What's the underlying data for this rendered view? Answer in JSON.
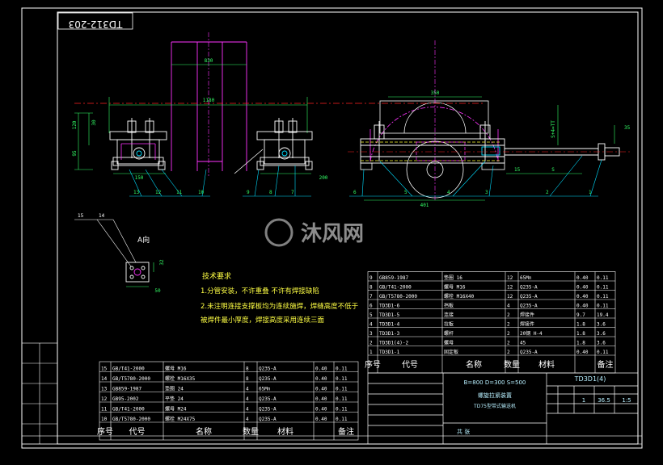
{
  "drawing": {
    "stamp_code": "TD312-203",
    "view_label": "A向",
    "watermark_text": "沐风网"
  },
  "tech_requirements": {
    "title": "技术要求",
    "line1": "1.分管安装，不许重叠 不许有焊接缺陷",
    "line2": "2.未注明连接支撑板均为连续施焊，焊缝高度不低于",
    "line3": "被焊件最小厚度，焊接高度采用连续三面"
  },
  "left_bom": {
    "headers": [
      "序号",
      "代号",
      "名称",
      "数量",
      "材料",
      "备注"
    ],
    "rows": [
      {
        "no": "15",
        "code": "GB/T41-2000",
        "name": "螺母 M16",
        "qty": "8",
        "mat": "Q235-A",
        "wt": "0.40",
        "tot": "0.11"
      },
      {
        "no": "14",
        "code": "GB/T5780-2000",
        "name": "螺栓 M16X35",
        "qty": "8",
        "mat": "Q235-A",
        "wt": "0.40",
        "tot": "0.11"
      },
      {
        "no": "13",
        "code": "GB859-1987",
        "name": "垫圈 24",
        "qty": "4",
        "mat": "65Mn",
        "wt": "0.40",
        "tot": "0.11"
      },
      {
        "no": "12",
        "code": "GB95-2002",
        "name": "平垫 24",
        "qty": "4",
        "mat": "Q235-A",
        "wt": "0.40",
        "tot": "0.11"
      },
      {
        "no": "11",
        "code": "GB/T41-2000",
        "name": "螺母 M24",
        "qty": "4",
        "mat": "Q235-A",
        "wt": "0.40",
        "tot": "0.11"
      },
      {
        "no": "10",
        "code": "GB/T5780-2000",
        "name": "螺栓 M24X75",
        "qty": "4",
        "mat": "Q235-A",
        "wt": "0.40",
        "tot": "0.11"
      }
    ]
  },
  "right_bom": {
    "headers": [
      "序号",
      "代号",
      "名称",
      "数量",
      "材料",
      "备注"
    ],
    "rows": [
      {
        "no": "9",
        "code": "GB859-1987",
        "name": "垫圈 16",
        "qty": "12",
        "mat": "65Mn",
        "wt": "0.40",
        "tot": "0.11"
      },
      {
        "no": "8",
        "code": "GB/T41-2000",
        "name": "螺母 M16",
        "qty": "12",
        "mat": "Q235-A",
        "wt": "0.40",
        "tot": "0.11"
      },
      {
        "no": "7",
        "code": "GB/T5780-2000",
        "name": "螺栓 M16X40",
        "qty": "12",
        "mat": "Q235-A",
        "wt": "0.40",
        "tot": "0.11"
      },
      {
        "no": "6",
        "code": "TD3D1-6",
        "name": "挡板",
        "qty": "4",
        "mat": "Q235-A",
        "wt": "0.40",
        "tot": "0.11"
      },
      {
        "no": "5",
        "code": "TD3D1-5",
        "name": "连接",
        "qty": "2",
        "mat": "焊接件",
        "wt": "9.7",
        "tot": "19.4"
      },
      {
        "no": "4",
        "code": "TD3D1-4",
        "name": "拉板",
        "qty": "2",
        "mat": "焊接件",
        "wt": "1.8",
        "tot": "3.6"
      },
      {
        "no": "3",
        "code": "TD3D1-3",
        "name": "螺杆",
        "qty": "2",
        "mat": "20钢 H-4",
        "wt": "1.8",
        "tot": "3.6"
      },
      {
        "no": "2",
        "code": "TD3D1(4)-2",
        "name": "螺母",
        "qty": "2",
        "mat": "45",
        "wt": "1.8",
        "tot": "3.6"
      },
      {
        "no": "1",
        "code": "TD3D1-1",
        "name": "固定板",
        "qty": "2",
        "mat": "Q235-A",
        "wt": "0.40",
        "tot": "0.11"
      }
    ]
  },
  "title_block": {
    "drawing_no": "TD3D1(4)",
    "spec": "B=800 D=300 S=500",
    "name": "螺旋拉紧装置",
    "model": "TD75型带式输送机",
    "scale_vals": [
      "1",
      "36.5",
      "1:5"
    ],
    "sheet_label": "共 张"
  },
  "dimensions": {
    "top_width": "830",
    "top_overall": "1180",
    "left_height_a": "120",
    "left_height_b": "95",
    "left_offset": "30",
    "left_bolt_span": "150",
    "pulley_span": "350",
    "right_len": "401",
    "travel": "S",
    "side_a": "35",
    "side_b": "15",
    "mid_width": "200",
    "vert_note": "S+4=TT",
    "av_dim1": "50",
    "av_dim2": "32"
  },
  "part_labels": {
    "view1": [
      "13",
      "12",
      "11",
      "10"
    ],
    "view2": [
      "9",
      "8",
      "7"
    ],
    "right": [
      "6",
      "5",
      "4",
      "3",
      "2",
      "1"
    ],
    "av": [
      "15",
      "14"
    ]
  },
  "colors": {
    "frame": "#ffffff",
    "part": "#ffffff",
    "dimension": "#33ff66",
    "centerline": "#ff33ff",
    "axis": "#ff2222",
    "hidden": "#ffff33",
    "leader": "#00ddff"
  }
}
